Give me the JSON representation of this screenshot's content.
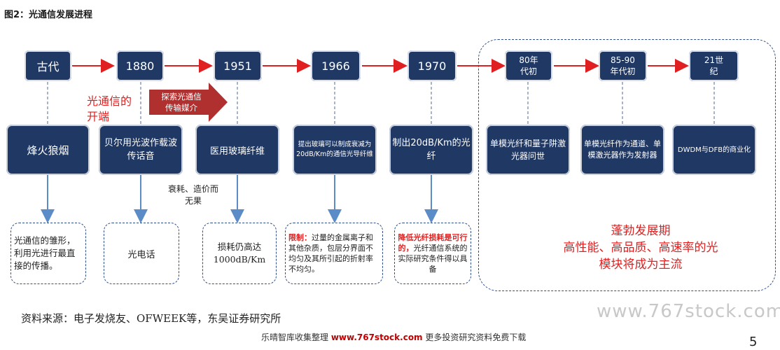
{
  "title": "图2：光通信发展进程",
  "years": [
    "古代",
    "1880",
    "1951",
    "1966",
    "1970",
    "80年\n代初",
    "85-90\n年代初",
    "21世\n纪"
  ],
  "events": [
    "烽火狼烟",
    "贝尔用光波作载波传话音",
    "医用玻璃纤维",
    "提出玻璃可以制成衰减为20dB/Km的通信光导纤维",
    "制出20dB/Km的光纤",
    "单模光纤和量子阱激光器问世",
    "单模光纤作为通道、单模激光器作为发射器",
    "DWDM与DFB的商业化"
  ],
  "notes": {
    "n1": "光通信的雏形，利用光进行最直接的传播。",
    "n2": "光电话",
    "n3": "损耗仍高达1000dB/Km",
    "n4_bold": "限制：",
    "n4_rest": "过量的金属离子和其他杂质，包层分界面不均匀及其所引起的折射率不均匀。",
    "n5_bold": "降低光纤损耗是可行的，",
    "n5_rest": "光纤通信系统的实际研究条件得以具备"
  },
  "annotations": {
    "start": "光通信的\n开端",
    "explore": "探索光通信\n传输媒介",
    "loss": "衰耗、造价而\n无果"
  },
  "region": {
    "line1": "蓬勃发展期",
    "line2": "高性能、高品质、高速率的光",
    "line3": "模块将成为主流"
  },
  "source": "资料来源：电子发烧友、OFWEEK等，东吴证券研究所",
  "watermark": "www.767stock.com",
  "bottom_pre": "乐晴智库收集整理 ",
  "bottom_url": "www.767stock.com",
  "bottom_post": " 更多投资研究资料免费下载",
  "page_number": "5"
}
